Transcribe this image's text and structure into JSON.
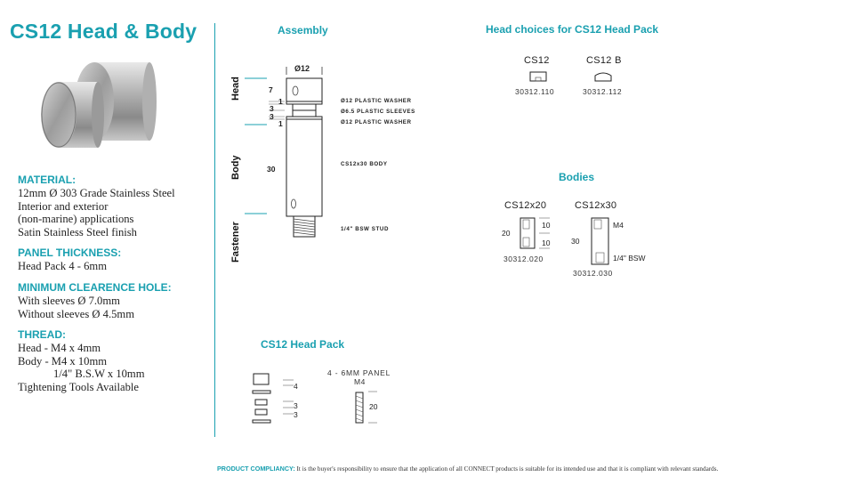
{
  "page": {
    "title": "CS12 Head & Body"
  },
  "specs": [
    {
      "heading": "MATERIAL:",
      "lines": [
        "12mm Ø 303 Grade Stainless Steel",
        "Interior and exterior",
        "(non-marine) applications",
        "Satin Stainless Steel finish"
      ]
    },
    {
      "heading": "PANEL THICKNESS:",
      "lines": [
        "Head Pack 4 - 6mm"
      ]
    },
    {
      "heading": "MINIMUM CLEARENCE HOLE:",
      "lines": [
        "With sleeves Ø 7.0mm",
        "Without sleeves Ø 4.5mm"
      ]
    },
    {
      "heading": "THREAD:",
      "lines": [
        "Head - M4 x 4mm",
        "Body - M4 x 10mm",
        "1/4\" B.S.W x 10mm",
        "Tightening Tools Available"
      ]
    }
  ],
  "assembly": {
    "title": "Assembly",
    "section_labels": {
      "head": "Head",
      "body": "Body",
      "fastener": "Fastener"
    },
    "diameter": "Ø12",
    "dims": {
      "d7": "7",
      "d1a": "1",
      "d3a": "3",
      "d3b": "3",
      "d1b": "1",
      "d30": "30"
    },
    "callouts": {
      "washer_top": "Ø12 PLASTIC WASHER",
      "sleeves": "Ø6.5 PLASTIC SLEEVES",
      "washer_bottom": "Ø12 PLASTIC WASHER",
      "body": "CS12x30 BODY",
      "stud": "1/4\" BSW STUD"
    }
  },
  "head_choices": {
    "title": "Head choices for CS12 Head Pack",
    "items": [
      {
        "name": "CS12",
        "code": "30312.110"
      },
      {
        "name": "CS12 B",
        "code": "30312.112"
      }
    ]
  },
  "bodies": {
    "title": "Bodies",
    "items": [
      {
        "name": "CS12x20",
        "code": "30312.020",
        "dim_total": "20",
        "dim_top": "10",
        "dim_bottom": "10"
      },
      {
        "name": "CS12x30",
        "code": "30312.030",
        "dim_total": "30",
        "thread_top": "M4",
        "thread_bottom": "1/4\" BSW"
      }
    ]
  },
  "head_pack": {
    "title": "CS12 Head Pack",
    "panel_label": "4 - 6MM PANEL",
    "thread": "M4",
    "dims": {
      "d4": "4",
      "d3a": "3",
      "d3b": "3",
      "d20": "20"
    }
  },
  "footer": {
    "label": "PRODUCT COMPLIANCY:",
    "text": "It is the buyer's responsibility to ensure that the application of all CONNECT products is suitable for its intended use and that it is compliant with relevant standards."
  }
}
